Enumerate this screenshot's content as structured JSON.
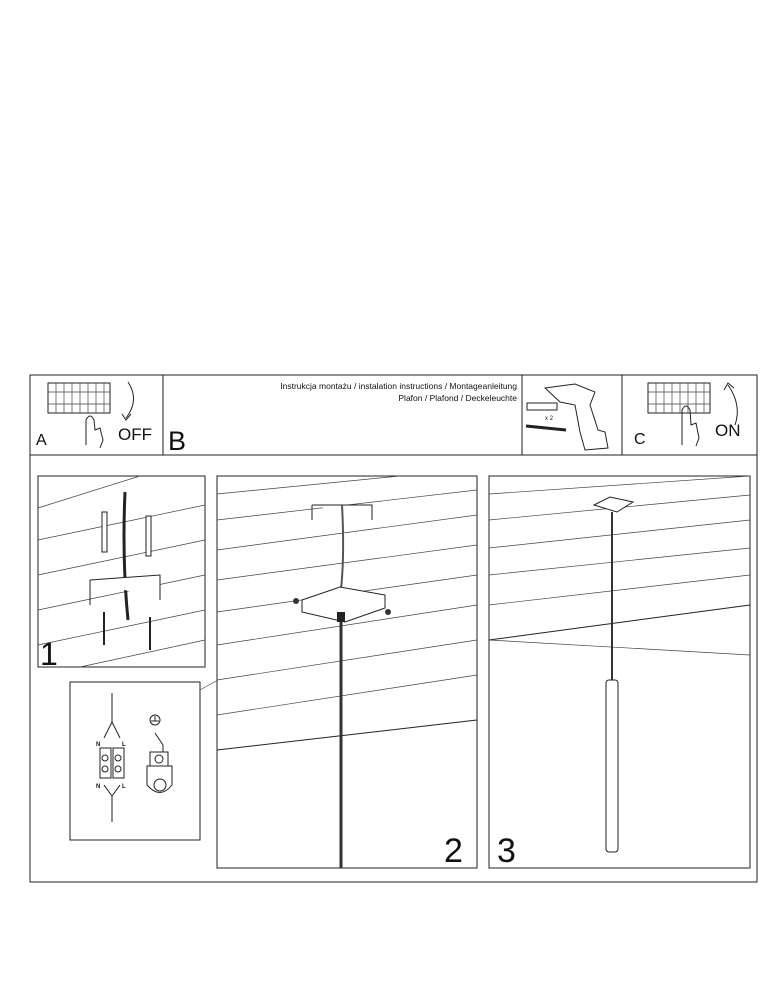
{
  "header": {
    "title_line1": "Instrukcja montażu / instalation instructions / Montageanleitung",
    "title_line2": "Plafon / Plafond / Deckeleuchte"
  },
  "steps": {
    "a_label": "A",
    "off_label": "OFF",
    "b_label": "B",
    "c_label": "C",
    "on_label": "ON",
    "drill_qty": "x 2",
    "step1": "1",
    "step2": "2",
    "step3": "3"
  },
  "wiring": {
    "n_top": "N",
    "l_top": "L",
    "n_bottom": "N",
    "l_bottom": "L"
  }
}
